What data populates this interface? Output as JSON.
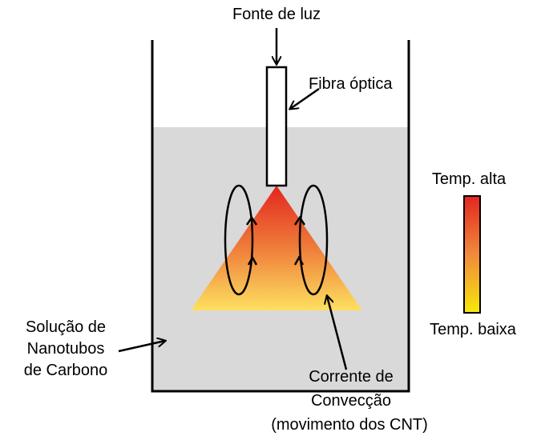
{
  "labels": {
    "light_source": "Fonte de luz",
    "optical_fiber": "Fibra óptica",
    "temp_high": "Temp. alta",
    "temp_low": "Temp. baixa",
    "solution_line1": "Solução de",
    "solution_line2": "Nanotubos",
    "solution_line3": "de Carbono",
    "convection_line1": "Corrente de",
    "convection_line2": "Convecção",
    "convection_line3": "(movimento dos CNT)"
  },
  "colors": {
    "liquid": "#d9d9d9",
    "hot": "#e3261f",
    "warm": "#f08a3c",
    "cool": "#fde060",
    "outline": "#000000",
    "fiber": "#ffffff"
  }
}
